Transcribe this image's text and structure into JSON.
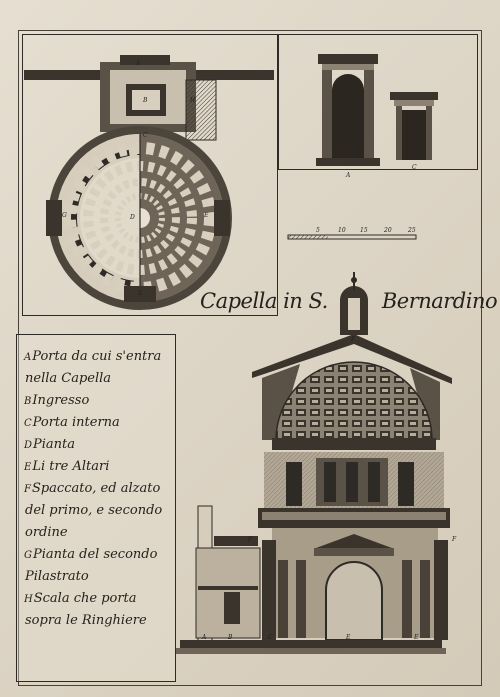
{
  "title": {
    "part1": "Capella in S.",
    "part2": "Bernardino"
  },
  "legend": [
    {
      "key": "A",
      "text": "Porta da cui s'entra"
    },
    {
      "key": "",
      "text": "nella Capella"
    },
    {
      "key": "B",
      "text": "Ingresso"
    },
    {
      "key": "C",
      "text": "Porta interna"
    },
    {
      "key": "D",
      "text": "Pianta"
    },
    {
      "key": "E",
      "text": "Li tre Altari"
    },
    {
      "key": "F",
      "text": "Spaccato, ed alzato"
    },
    {
      "key": "",
      "text": "del primo, e secondo"
    },
    {
      "key": "",
      "text": "ordine"
    },
    {
      "key": "G",
      "text": "Pianta del secondo"
    },
    {
      "key": "",
      "text": "Pilastrato"
    },
    {
      "key": "H",
      "text": "Scala che porta"
    },
    {
      "key": "",
      "text": "sopra le Ringhiere"
    }
  ],
  "plan_labels": [
    "A",
    "B",
    "H",
    "C",
    "D",
    "G",
    "E",
    "E"
  ],
  "door_labels": [
    "A",
    "C"
  ],
  "scale_labels": [
    "5",
    "10",
    "15",
    "20",
    "25"
  ],
  "section_labels": [
    "F",
    "F",
    "F",
    "A",
    "B",
    "C",
    "E",
    "E"
  ]
}
